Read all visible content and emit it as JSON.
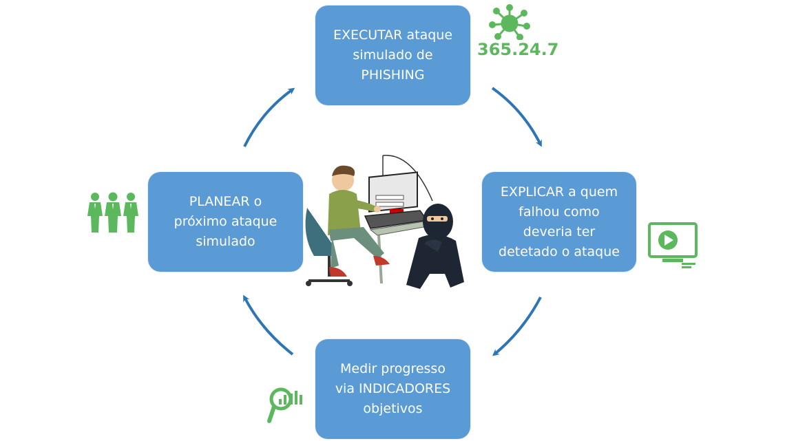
{
  "cycle_steps": {
    "execute": "EXECUTAR ataque\nsimulado de\nPHISHING",
    "explain": "EXPLICAR a quem\nfalhou como\ndeveria ter\ndetetado o ataque",
    "measure": "Medir progresso\nvia INDICADORES\nobjetivos",
    "plan": "PLANEAR o\npróximo ataque\nsimulado"
  },
  "badges": {
    "counter_text": "365.24.7"
  },
  "icons": {
    "execute": "virus-icon",
    "explain": "monitor-play-icon",
    "measure": "magnifier-chart-icon",
    "plan": "people-group-icon",
    "center": "phishing-illustration"
  },
  "colors": {
    "box": "#5b9bd5",
    "arrow": "#2e75b6",
    "icon_green": "#5cb85c"
  }
}
